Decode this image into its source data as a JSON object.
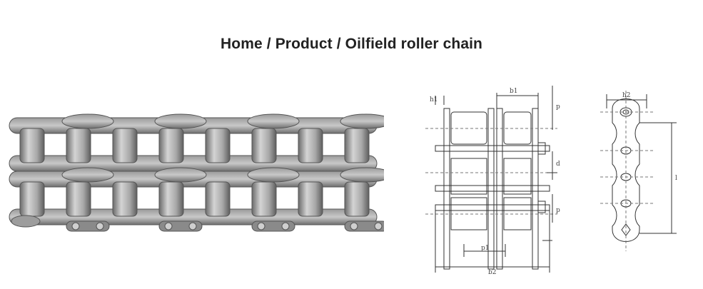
{
  "breadcrumb": {
    "home": "Home",
    "product": "Product",
    "current": "Oilfield roller chain",
    "separator": "/"
  },
  "product_photo": {
    "icon": "double-strand-roller-chain-photo",
    "colors": {
      "metal_light": "#bdbdbd",
      "metal_dark": "#555555",
      "roller": "#9a9a9a"
    }
  },
  "technical_drawing": {
    "icon": "roller-chain-dimension-drawing",
    "labels": {
      "h1": "h1",
      "b1": "b1",
      "p_top": "p",
      "d": "d",
      "p_right": "p",
      "p1": "p1",
      "b2": "b2",
      "h2": "h2",
      "l": "l"
    }
  }
}
